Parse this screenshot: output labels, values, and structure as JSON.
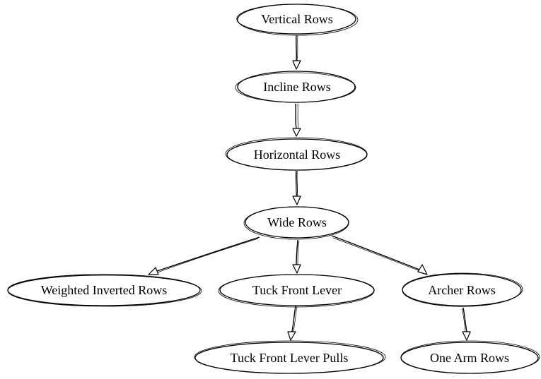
{
  "diagram": {
    "nodes": {
      "vertical_rows": "Vertical Rows",
      "incline_rows": "Incline Rows",
      "horizontal_rows": "Horizontal Rows",
      "wide_rows": "Wide Rows",
      "weighted_inverted_rows": "Weighted Inverted Rows",
      "tuck_front_lever": "Tuck Front Lever",
      "archer_rows": "Archer Rows",
      "tuck_front_lever_pulls": "Tuck Front Lever Pulls",
      "one_arm_rows": "One Arm Rows"
    },
    "edges": [
      {
        "from": "Vertical Rows",
        "to": "Incline Rows"
      },
      {
        "from": "Incline Rows",
        "to": "Horizontal Rows"
      },
      {
        "from": "Horizontal Rows",
        "to": "Wide Rows"
      },
      {
        "from": "Wide Rows",
        "to": "Weighted Inverted Rows"
      },
      {
        "from": "Wide Rows",
        "to": "Tuck Front Lever"
      },
      {
        "from": "Wide Rows",
        "to": "Archer Rows"
      },
      {
        "from": "Tuck Front Lever",
        "to": "Tuck Front Lever Pulls"
      },
      {
        "from": "Archer Rows",
        "to": "One Arm Rows"
      }
    ]
  }
}
